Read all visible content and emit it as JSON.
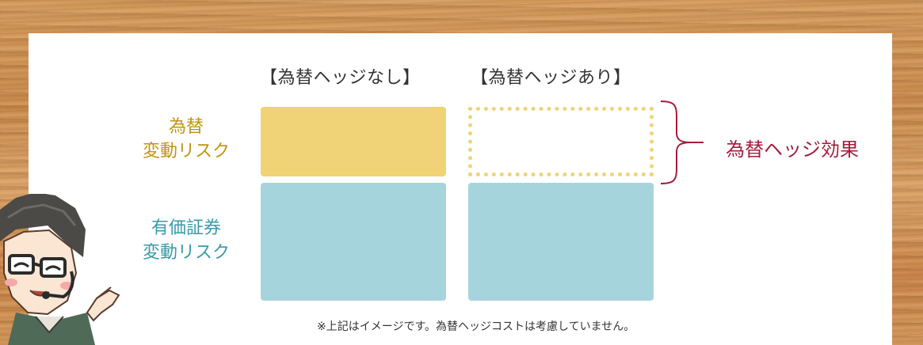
{
  "columns": {
    "no_hedge": "【為替ヘッジなし】",
    "with_hedge": "【為替ヘッジあり】"
  },
  "rows": {
    "fx_risk": {
      "line1": "為替",
      "line2": "変動リスク"
    },
    "securities_risk": {
      "line1": "有価証券",
      "line2": "変動リスク"
    }
  },
  "effect_label": "為替ヘッジ効果",
  "footnote": "※上記はイメージです。為替ヘッジコストは考慮していません。",
  "colors": {
    "fx_block": "#f0d376",
    "securities_block": "#a6d4dc",
    "fx_label": "#c09512",
    "securities_label": "#3a9aa8",
    "effect_label": "#a31d3d"
  },
  "character": "presenter-illustration"
}
